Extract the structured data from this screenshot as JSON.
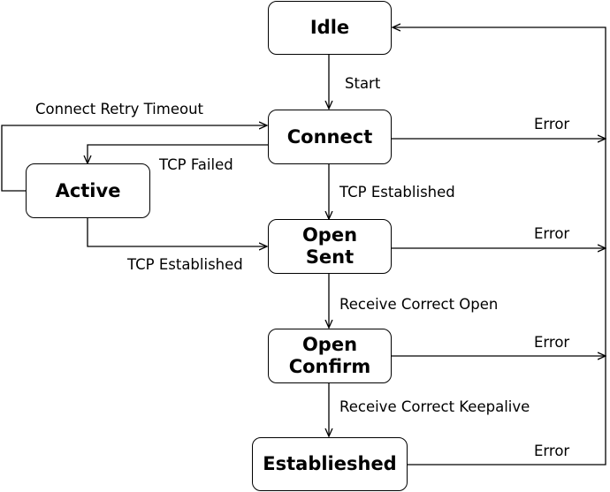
{
  "states": {
    "idle": "Idle",
    "connect": "Connect",
    "active": "Active",
    "open_sent": [
      "Open",
      "Sent"
    ],
    "open_confirm": [
      "Open",
      "Confirm"
    ],
    "established": "Establieshed"
  },
  "transitions": {
    "start": "Start",
    "connect_retry_timeout": "Connect Retry Timeout",
    "tcp_failed": "TCP Failed",
    "tcp_established_connect": "TCP Established",
    "tcp_established_active": "TCP Established",
    "receive_correct_open": "Receive Correct Open",
    "receive_correct_keepalive": "Receive Correct Keepalive",
    "error_connect": "Error",
    "error_open_sent": "Error",
    "error_open_confirm": "Error",
    "error_established": "Error"
  },
  "colors": {
    "stroke": "#000000",
    "box_fill": "#ffffff",
    "background": "#ffffff"
  }
}
